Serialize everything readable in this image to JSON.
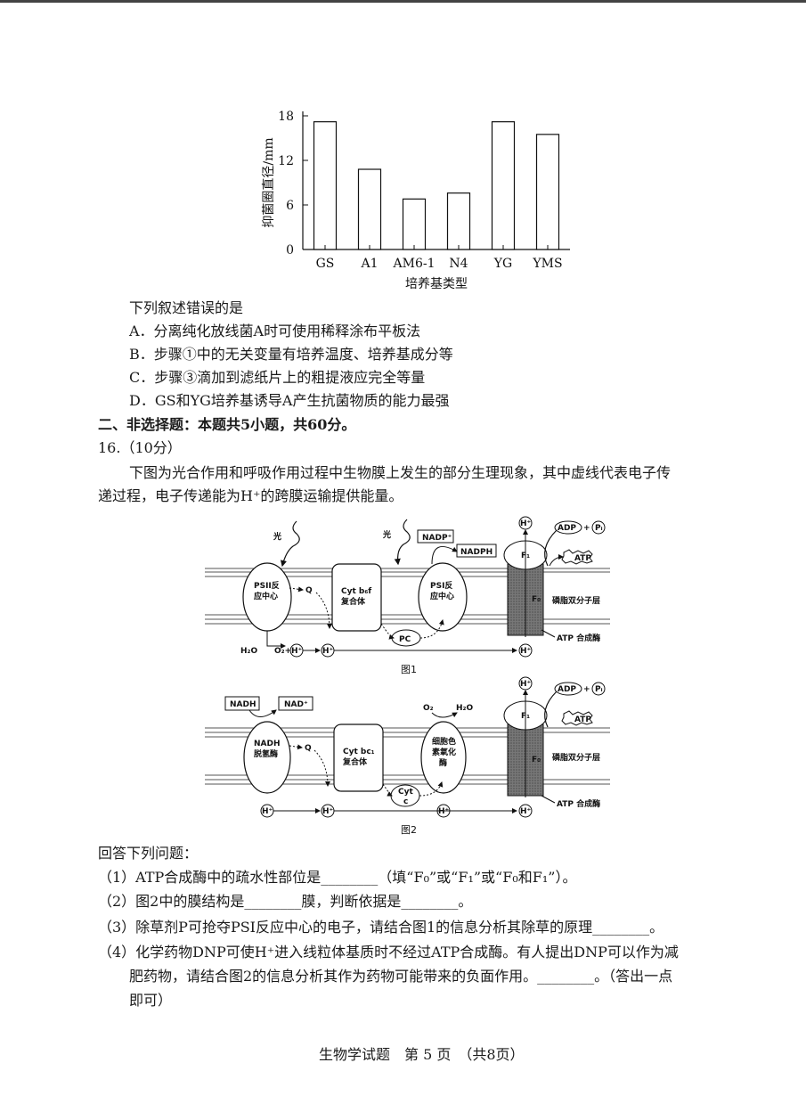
{
  "chart_data": {
    "type": "bar",
    "categories": [
      "GS",
      "A1",
      "AM6-1",
      "N4",
      "YG",
      "YMS"
    ],
    "values": [
      17.2,
      10.8,
      6.8,
      7.6,
      17.2,
      15.5
    ],
    "ylabel": "抑菌圈直径/mm",
    "xlabel": "培养基类型",
    "yticks": [
      "0",
      "6",
      "12",
      "18"
    ],
    "ylim": [
      0,
      18
    ]
  },
  "q15": {
    "stem": "下列叙述错误的是",
    "options": [
      "A．分离纯化放线菌A时可使用稀释涂布平板法",
      "B．步骤①中的无关变量有培养温度、培养基成分等",
      "C．步骤③滴加到滤纸片上的粗提液应完全等量",
      "D．GS和YG培养基诱导A产生抗菌物质的能力最强"
    ]
  },
  "section2": {
    "title": "二、非选择题：本题共5小题，共60分。"
  },
  "q16": {
    "number": "16.（10分）",
    "intro_line1": "下图为光合作用和呼吸作用过程中生物膜上发生的部分生理现象，其中虚线代表电子传",
    "intro_line2": "递过程，电子传递能为H⁺的跨膜运输提供能量。",
    "answer_intro": "回答下列问题：",
    "questions": [
      "（1）ATP合成酶中的疏水性部位是________（填“F₀”或“F₁”或“F₀和F₁”）。",
      "（2）图2中的膜结构是________膜，判断依据是________。",
      "（3）除草剂P可抢夺PSI反应中心的电子，请结合图1的信息分析其除草的原理________。",
      "（4）化学药物DNP可使H⁺进入线粒体基质时不经过ATP合成酶。有人提出DNP可以作为减",
      "肥药物，请结合图2的信息分析其作为药物可能带来的负面作用。________。（答出一点",
      "即可）"
    ]
  },
  "fig1": {
    "caption": "图1",
    "light1": "光",
    "light2": "光",
    "psii": [
      "PSII反",
      "应中心"
    ],
    "q": "Q",
    "cyt": [
      "Cyt b₆f",
      "复合体"
    ],
    "psi": [
      "PSI反",
      "应中心"
    ],
    "pc": "PC",
    "nadp": "NADP⁺",
    "nadph": "NADPH",
    "h2o": "H₂O",
    "o2": "O₂+",
    "h": "H⁺",
    "f1": "F₁",
    "f0": "F₀",
    "adp": "ADP",
    "pi": "Pᵢ",
    "atp": "ATP",
    "membrane": "磷脂双分子层",
    "synthase": "ATP 合成酶"
  },
  "fig2": {
    "caption": "图2",
    "nadh": "NADH",
    "nad": "NAD⁺",
    "dehyd": [
      "NADH",
      "脱氢酶"
    ],
    "q": "Q",
    "cyt": [
      "Cyt bc₁",
      "复合体"
    ],
    "oxidase": [
      "细胞色",
      "素氧化",
      "酶"
    ],
    "cytc": [
      "Cyt",
      "c"
    ],
    "o2": "O₂",
    "h2o": "H₂O",
    "h": "H⁺",
    "f1": "F₁",
    "f0": "F₀",
    "adp": "ADP",
    "pi": "Pᵢ",
    "atp": "ATP",
    "membrane": "磷脂双分子层",
    "synthase": "ATP 合成酶"
  },
  "footer": "生物学试题　第 5 页　（共8页）"
}
